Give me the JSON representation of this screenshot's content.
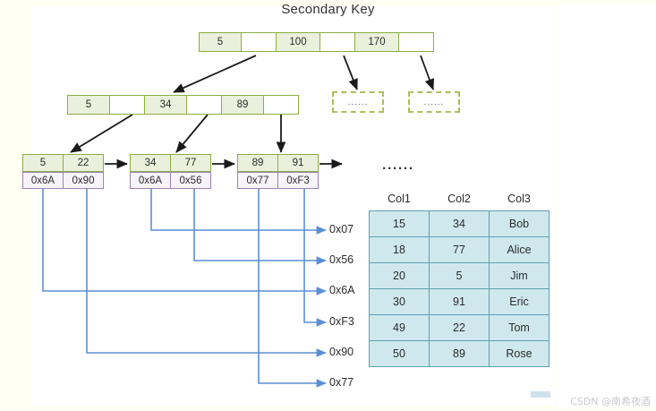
{
  "title": "Secondary Key",
  "colors": {
    "node_fill": "#eaf0dc",
    "node_border": "#8cae3e",
    "pointer_fill": "#f7f4f9",
    "pointer_border": "#9d81b8",
    "table_fill": "#cfe8ee",
    "table_border": "#5d9fb0",
    "connector": "#5b8fd4",
    "arrow": "#1a1a1a",
    "page_background": "#ffffff"
  },
  "tree": {
    "root": {
      "cells": [
        {
          "text": "5",
          "type": "key"
        },
        {
          "text": "",
          "type": "pointer"
        },
        {
          "text": "100",
          "type": "key"
        },
        {
          "text": "",
          "type": "pointer"
        },
        {
          "text": "170",
          "type": "key"
        },
        {
          "text": "",
          "type": "pointer"
        }
      ]
    },
    "internal": {
      "cells": [
        {
          "text": "5",
          "type": "key"
        },
        {
          "text": "",
          "type": "pointer"
        },
        {
          "text": "34",
          "type": "key"
        },
        {
          "text": "",
          "type": "pointer"
        },
        {
          "text": "89",
          "type": "key"
        },
        {
          "text": "",
          "type": "pointer"
        }
      ]
    },
    "ellipsis_nodes": [
      {
        "text": "......"
      },
      {
        "text": "......"
      }
    ],
    "leaves": [
      {
        "keys": [
          "5",
          "22"
        ],
        "pointers": [
          "0x6A",
          "0x90"
        ]
      },
      {
        "keys": [
          "34",
          "77"
        ],
        "pointers": [
          "0x6A",
          "0x56"
        ]
      },
      {
        "keys": [
          "89",
          "91"
        ],
        "pointers": [
          "0x77",
          "0xF3"
        ]
      }
    ]
  },
  "addresses": [
    "0x07",
    "0x56",
    "0x6A",
    "0xF3",
    "0x90",
    "0x77"
  ],
  "table_ellipsis": "......",
  "table": {
    "headers": [
      "Col1",
      "Col2",
      "Col3"
    ],
    "rows": [
      [
        "15",
        "34",
        "Bob"
      ],
      [
        "18",
        "77",
        "Alice"
      ],
      [
        "20",
        "5",
        "Jim"
      ],
      [
        "30",
        "91",
        "Eric"
      ],
      [
        "49",
        "22",
        "Tom"
      ],
      [
        "50",
        "89",
        "Rose"
      ]
    ]
  },
  "watermark": "CSDN @南希夜酒"
}
